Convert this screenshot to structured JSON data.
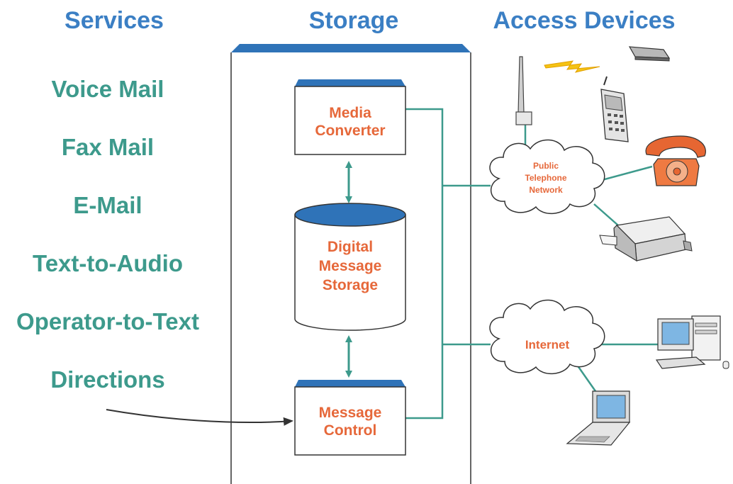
{
  "headers": {
    "services": "Services",
    "storage": "Storage",
    "access_devices": "Access Devices"
  },
  "services": [
    "Voice Mail",
    "Fax Mail",
    "E-Mail",
    "Text-to-Audio",
    "Operator-to-Text",
    "Directions"
  ],
  "storage": {
    "media_converter": [
      "Media",
      "Converter"
    ],
    "digital_storage": [
      "Digital",
      "Message",
      "Storage"
    ],
    "message_control": [
      "Message",
      "Control"
    ]
  },
  "networks": {
    "public_telephone": [
      "Public",
      "Telephone",
      "Network"
    ],
    "internet": "Internet"
  },
  "devices": [
    "antenna-icon",
    "lightning-icon",
    "pager-icon",
    "mobile-phone-icon",
    "rotary-phone-icon",
    "fax-machine-icon",
    "desktop-computer-icon",
    "laptop-icon"
  ],
  "colors": {
    "header_blue": "#3b7fc4",
    "service_teal": "#3d9a8c",
    "label_orange": "#e6683a",
    "box_top_blue": "#2f73b8",
    "connector_teal": "#3d9a8c"
  }
}
